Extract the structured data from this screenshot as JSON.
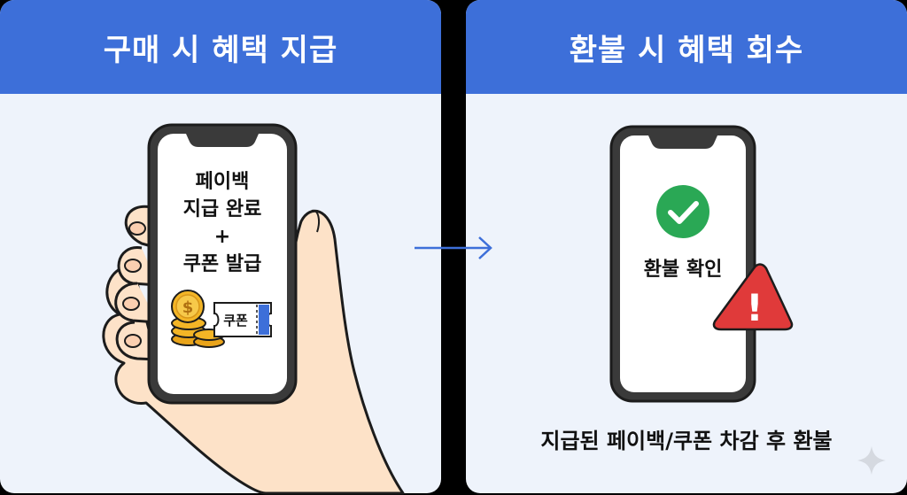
{
  "left_panel": {
    "title": "구매 시 혜택 지급",
    "phone_lines": [
      "페이백",
      "지급 완료",
      "+",
      "쿠폰 발급"
    ],
    "coupon_label": "쿠폰",
    "coin_symbol": "$"
  },
  "right_panel": {
    "title": "환불 시 혜택 회수",
    "confirm_text": "환불 확인",
    "warning_symbol": "!",
    "caption": "지급된 페이백/쿠폰 차감 후 환불"
  },
  "colors": {
    "header_blue": "#3d6fd9",
    "panel_bg": "#eef3fb",
    "check_green": "#2aa855",
    "warning_red": "#e03a3a",
    "coin_gold": "#f3b526",
    "skin": "#fde2c8"
  },
  "icons": [
    "coin-stack-icon",
    "coupon-ticket-icon",
    "check-circle-icon",
    "warning-triangle-icon",
    "arrow-right-icon",
    "sparkle-icon"
  ]
}
